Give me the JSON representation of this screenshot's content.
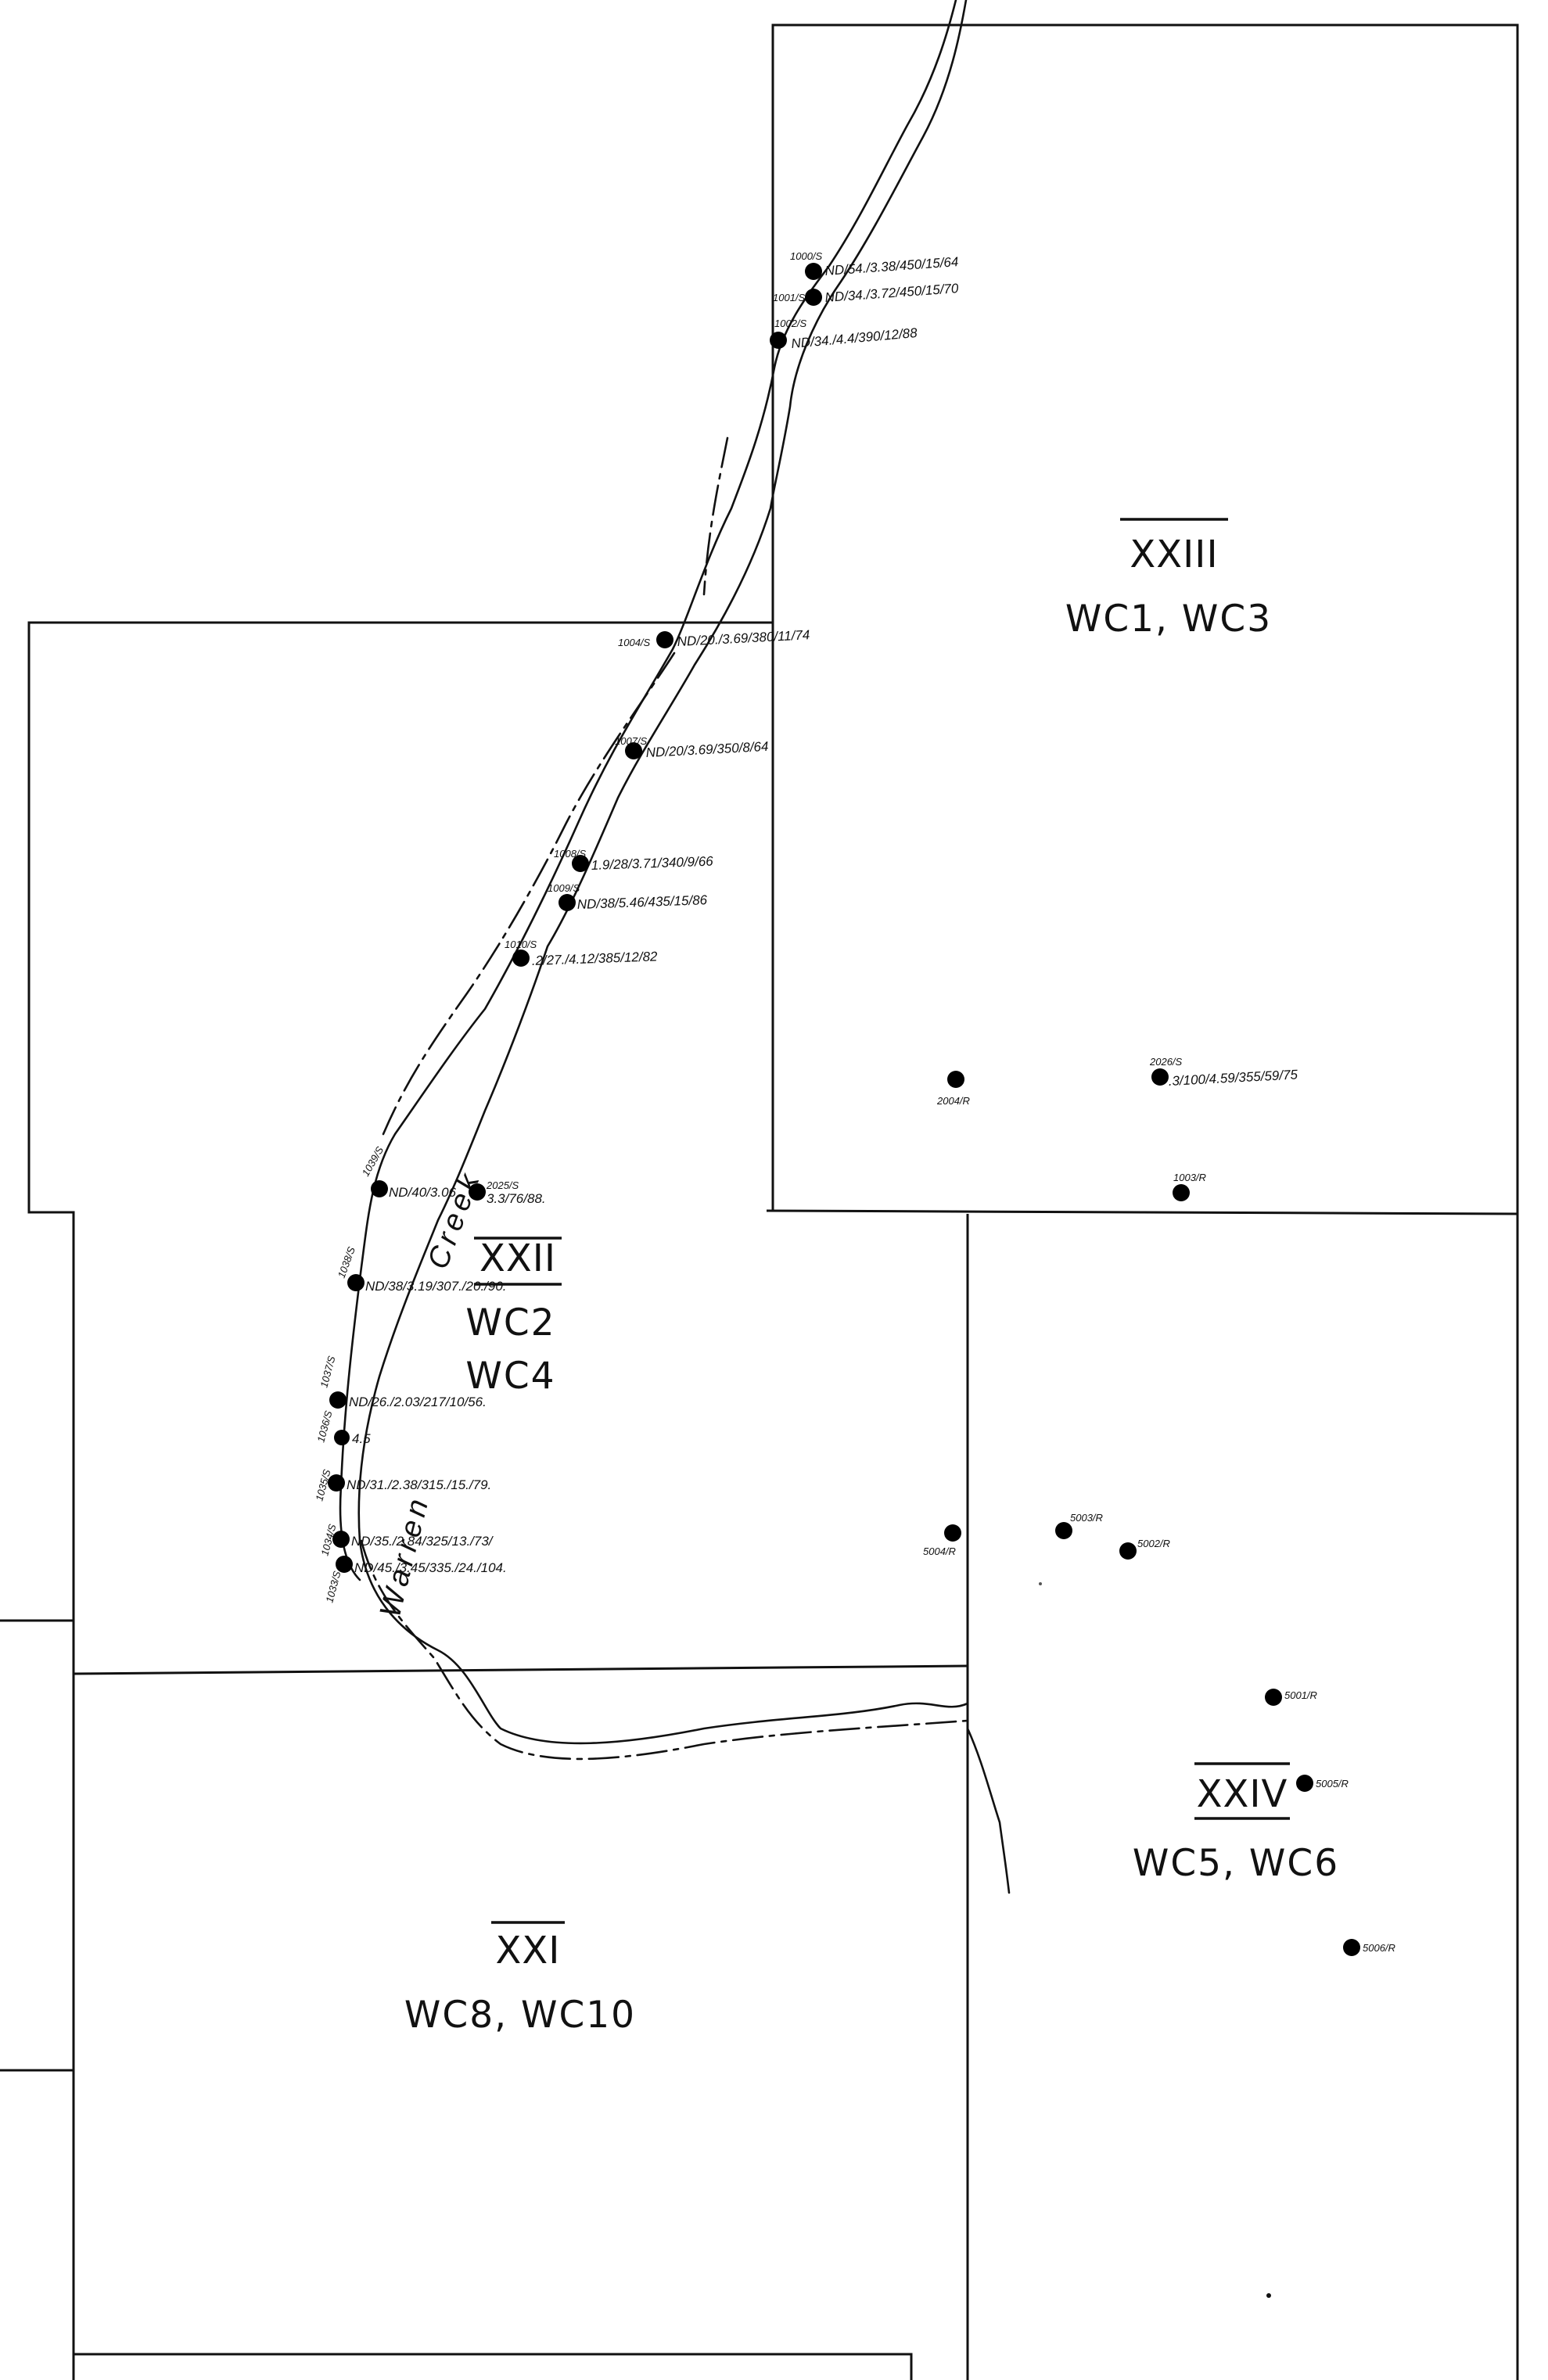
{
  "sections": [
    {
      "id": "XXIII",
      "label": "XXIII",
      "codes": "WC1, WC3"
    },
    {
      "id": "XXII",
      "label": "XXII",
      "codes_line1": "WC2",
      "codes_line2": "WC4"
    },
    {
      "id": "XXIV",
      "label": "XXIV",
      "codes": "WC5, WC6"
    },
    {
      "id": "XXI",
      "label": "XXI",
      "codes": "WC8, WC10"
    }
  ],
  "creek": {
    "word1": "Warren",
    "word2": "Creek"
  },
  "stations": [
    {
      "key": "1000",
      "id": "1000/S",
      "reading": "ND/54./3.38/450/15/64"
    },
    {
      "key": "1001",
      "id": "1001/S",
      "reading": "ND/34./3.72/450/15/70"
    },
    {
      "key": "1002",
      "id": "1002/S",
      "reading": "ND/34./4.4/390/12/88"
    },
    {
      "key": "1004",
      "id": "1004/S",
      "reading": "ND/20./3.69/380/11/74"
    },
    {
      "key": "1007",
      "id": "1007/S",
      "reading": "ND/20/3.69/350/8/64"
    },
    {
      "key": "1008",
      "id": "1008/S",
      "reading": "1.9/28/3.71/340/9/66"
    },
    {
      "key": "1009",
      "id": "1009/S",
      "reading": "ND/38/5.46/435/15/86"
    },
    {
      "key": "1010",
      "id": "1010/S",
      "reading": ".2/27./4.12/385/12/82"
    },
    {
      "key": "1039",
      "id": "1039/S",
      "reading": "ND/40/3.06"
    },
    {
      "key": "2025",
      "id": "2025/S",
      "reading": "3.3/76/88."
    },
    {
      "key": "1038",
      "id": "1038/S",
      "reading": "ND/38/3.19/307./20./90."
    },
    {
      "key": "1037",
      "id": "1037/S",
      "reading": "ND/26./2.03/217/10/56."
    },
    {
      "key": "1036",
      "id": "1036/S",
      "reading": "4.5"
    },
    {
      "key": "1035",
      "id": "1035/S",
      "reading": "ND/31./2.38/315./15./79."
    },
    {
      "key": "1034",
      "id": "1034/S",
      "reading": "ND/35./2.84/325/13./73/"
    },
    {
      "key": "1033",
      "id": "1033/S",
      "reading": "ND/45./3.45/335./24./104."
    },
    {
      "key": "2004",
      "id": "2004/R",
      "reading": ""
    },
    {
      "key": "2026",
      "id": "2026/S",
      "reading": ".3/100/4.59/355/59/75"
    },
    {
      "key": "1003",
      "id": "1003/R",
      "reading": ""
    },
    {
      "key": "5004",
      "id": "5004/R",
      "reading": ""
    },
    {
      "key": "5003",
      "id": "5003/R",
      "reading": ""
    },
    {
      "key": "5002",
      "id": "5002/R",
      "reading": ""
    },
    {
      "key": "5001",
      "id": "5001/R",
      "reading": ""
    },
    {
      "key": "5005",
      "id": "5005/R",
      "reading": ""
    },
    {
      "key": "5006",
      "id": "5006/R",
      "reading": ""
    }
  ]
}
